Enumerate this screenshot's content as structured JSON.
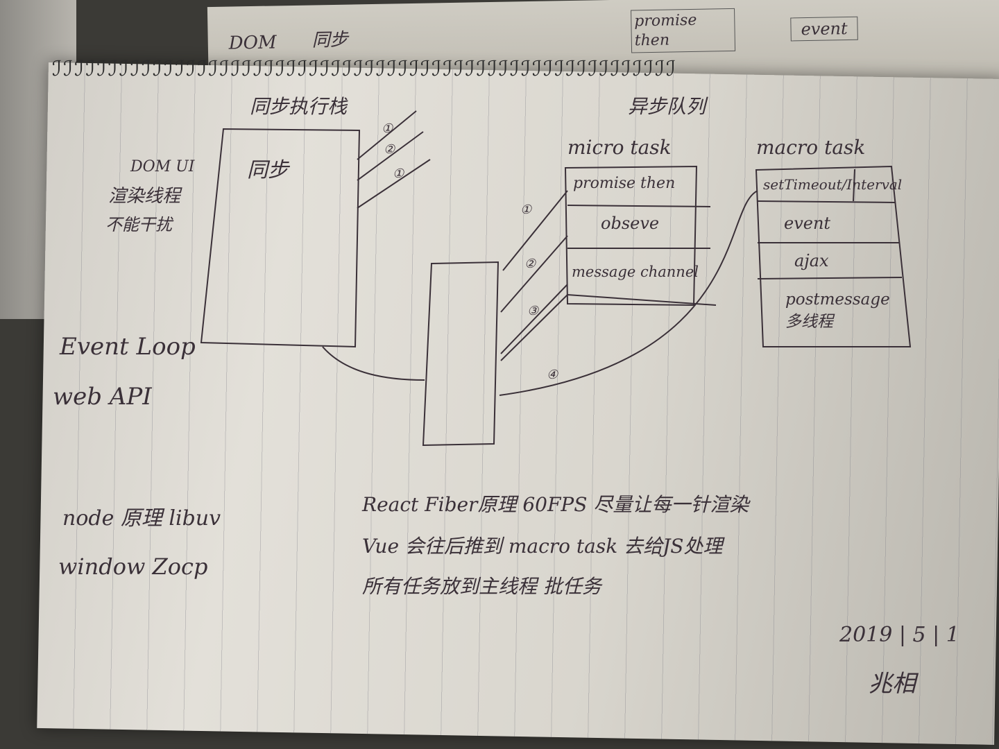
{
  "photo": {
    "colors": {
      "paper": "#dcd9d1",
      "ink": "#3a3038",
      "background": "#3b3a36"
    },
    "back_page": {
      "dom_label": "DOM",
      "sync_label": "同步",
      "promise_box": "promise then",
      "event_box": "event"
    },
    "diagram": {
      "sync_stack_title": "同步执行栈",
      "sync_box_label": "同步",
      "dom_note": [
        "DOM UI",
        "渲染线程",
        "不能干扰"
      ],
      "step_markers": [
        "①",
        "②",
        "①"
      ],
      "async_queue_title": "异步队列",
      "micro_task": {
        "title": "micro task",
        "rows": [
          "promise then",
          "obseve",
          "message channel"
        ]
      },
      "macro_task": {
        "title": "macro task",
        "rows": [
          "setTimeout/Interval",
          "event",
          "ajax",
          "postmessage 多线程"
        ]
      },
      "arrow_markers": [
        "①",
        "②",
        "③",
        "④"
      ]
    },
    "notes": {
      "event_loop": "Event Loop",
      "web_api": "web API",
      "node": "node 原理 libuv",
      "window": "window Zocp",
      "react": "React Fiber原理 60FPS 尽量让每一针渲染",
      "vue": "Vue 会往后推到 macro task 去给JS处理",
      "all_tasks": "所有任务放到主线程 批任务"
    },
    "signature": {
      "date": "2019 | 5 | 1",
      "name": "兆相"
    }
  }
}
